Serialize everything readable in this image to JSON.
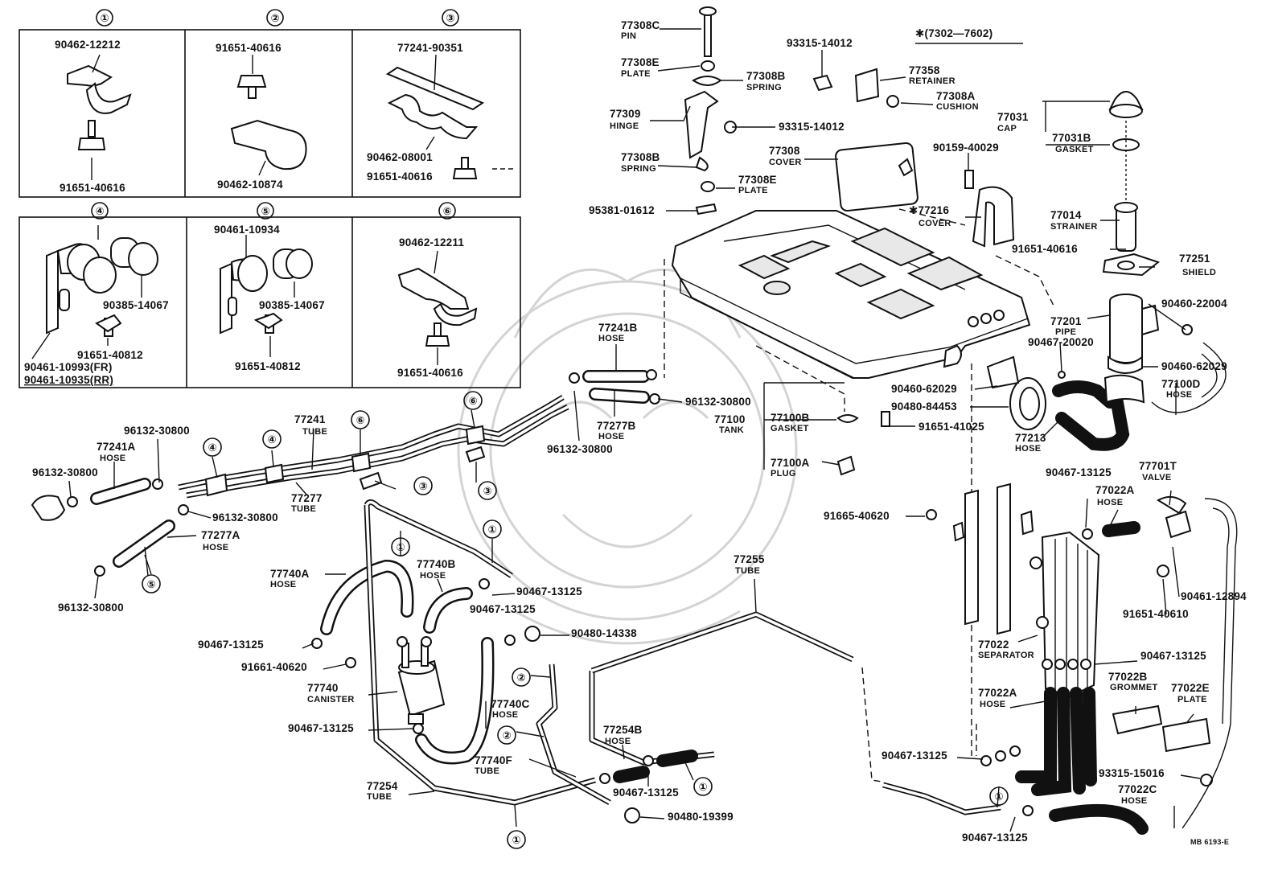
{
  "header": {
    "note": "✱(7302—7602)"
  },
  "footer": {
    "code": "MB 6193-E"
  },
  "detail_boxes": [
    {
      "num": "①",
      "labels": [
        "90462-12212",
        "91651-40616"
      ]
    },
    {
      "num": "②",
      "labels": [
        "91651-40616",
        "90462-10874"
      ]
    },
    {
      "num": "③",
      "labels": [
        "77241-90351",
        "90462-08001",
        "91651-40616"
      ]
    },
    {
      "num": "④",
      "labels": [
        "90385-14067",
        "91651-40812",
        "90461-10993(FR)",
        "90461-10935(RR)"
      ]
    },
    {
      "num": "⑤",
      "labels": [
        "90461-10934",
        "90385-14067",
        "91651-40812"
      ]
    },
    {
      "num": "⑥",
      "labels": [
        "90462-12211",
        "91651-40616"
      ]
    }
  ],
  "parts": [
    {
      "pn": "77308C",
      "name": "PIN"
    },
    {
      "pn": "77308E",
      "name": "PLATE"
    },
    {
      "pn": "77308B",
      "name": "SPRING"
    },
    {
      "pn": "77309",
      "name": "HINGE"
    },
    {
      "pn": "93315-14012",
      "name": ""
    },
    {
      "pn": "77308B",
      "name": "SPRING"
    },
    {
      "pn": "77308E",
      "name": "PLATE"
    },
    {
      "pn": "95381-01612",
      "name": ""
    },
    {
      "pn": "93315-14012",
      "name": ""
    },
    {
      "pn": "77358",
      "name": "RETAINER"
    },
    {
      "pn": "77308A",
      "name": "CUSHION"
    },
    {
      "pn": "77308",
      "name": "COVER"
    },
    {
      "pn": "90159-40029",
      "name": ""
    },
    {
      "pn": "✱77216",
      "name": "COVER"
    },
    {
      "pn": "77031",
      "name": "CAP"
    },
    {
      "pn": "77031B",
      "name": "GASKET"
    },
    {
      "pn": "77014",
      "name": "STRAINER"
    },
    {
      "pn": "91651-40616",
      "name": ""
    },
    {
      "pn": "77251",
      "name": "SHIELD"
    },
    {
      "pn": "77201",
      "name": "PIPE"
    },
    {
      "pn": "90460-22004",
      "name": ""
    },
    {
      "pn": "90467-20020",
      "name": ""
    },
    {
      "pn": "90460-62029",
      "name": ""
    },
    {
      "pn": "77100D",
      "name": "HOSE"
    },
    {
      "pn": "90460-62029",
      "name": ""
    },
    {
      "pn": "90480-84453",
      "name": ""
    },
    {
      "pn": "91651-41025",
      "name": ""
    },
    {
      "pn": "77213",
      "name": "HOSE"
    },
    {
      "pn": "77100",
      "name": "TANK"
    },
    {
      "pn": "77100B",
      "name": "GASKET"
    },
    {
      "pn": "77100A",
      "name": "PLUG"
    },
    {
      "pn": "77241B",
      "name": "HOSE"
    },
    {
      "pn": "96132-30800",
      "name": ""
    },
    {
      "pn": "77277B",
      "name": "HOSE"
    },
    {
      "pn": "96132-30800",
      "name": ""
    },
    {
      "pn": "96132-30800",
      "name": ""
    },
    {
      "pn": "77241A",
      "name": "HOSE"
    },
    {
      "pn": "96132-30800",
      "name": ""
    },
    {
      "pn": "77241",
      "name": "TUBE"
    },
    {
      "pn": "77277",
      "name": "TUBE"
    },
    {
      "pn": "96132-30800",
      "name": ""
    },
    {
      "pn": "77277A",
      "name": "HOSE"
    },
    {
      "pn": "96132-30800",
      "name": ""
    },
    {
      "pn": "77740A",
      "name": "HOSE"
    },
    {
      "pn": "77740B",
      "name": "HOSE"
    },
    {
      "pn": "90467-13125",
      "name": ""
    },
    {
      "pn": "90467-13125",
      "name": ""
    },
    {
      "pn": "90467-13125",
      "name": ""
    },
    {
      "pn": "90480-14338",
      "name": ""
    },
    {
      "pn": "91661-40620",
      "name": ""
    },
    {
      "pn": "77740",
      "name": "CANISTER"
    },
    {
      "pn": "77740C",
      "name": "HOSE"
    },
    {
      "pn": "90467-13125",
      "name": ""
    },
    {
      "pn": "77740F",
      "name": "TUBE"
    },
    {
      "pn": "77254",
      "name": "TUBE"
    },
    {
      "pn": "77254B",
      "name": "HOSE"
    },
    {
      "pn": "90467-13125",
      "name": ""
    },
    {
      "pn": "90480-19399",
      "name": ""
    },
    {
      "pn": "77255",
      "name": "TUBE"
    },
    {
      "pn": "91665-40620",
      "name": ""
    },
    {
      "pn": "90467-13125",
      "name": ""
    },
    {
      "pn": "77022A",
      "name": "HOSE"
    },
    {
      "pn": "77701T",
      "name": "VALVE"
    },
    {
      "pn": "90461-12894",
      "name": ""
    },
    {
      "pn": "91651-40610",
      "name": ""
    },
    {
      "pn": "77022",
      "name": "SEPARATOR"
    },
    {
      "pn": "90467-13125",
      "name": ""
    },
    {
      "pn": "77022A",
      "name": "HOSE"
    },
    {
      "pn": "77022B",
      "name": "GROMMET"
    },
    {
      "pn": "77022E",
      "name": "PLATE"
    },
    {
      "pn": "90467-13125",
      "name": ""
    },
    {
      "pn": "93315-15016",
      "name": ""
    },
    {
      "pn": "77022C",
      "name": "HOSE"
    },
    {
      "pn": "90467-13125",
      "name": ""
    }
  ],
  "callouts": [
    "③",
    "③",
    "④",
    "④",
    "⑤",
    "⑥",
    "⑥",
    "①",
    "①",
    "②",
    "②",
    "①",
    "①",
    "①"
  ]
}
